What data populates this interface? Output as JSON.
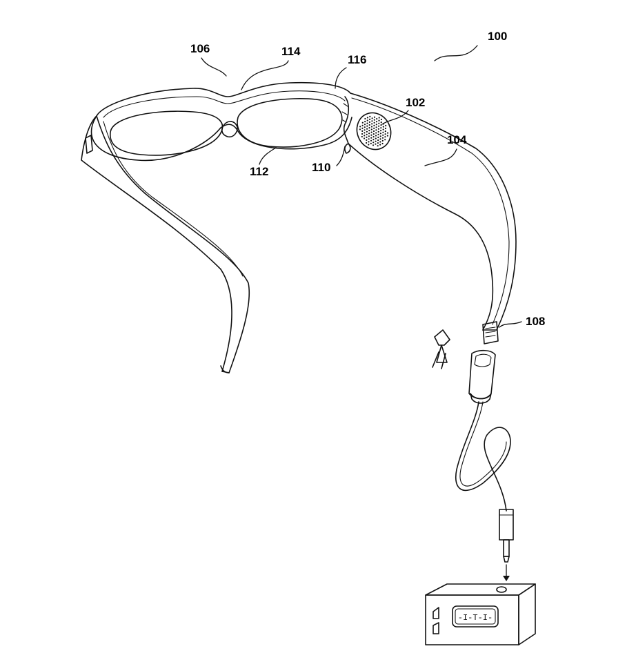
{
  "figure": {
    "labels": {
      "ref_100": "100",
      "ref_102": "102",
      "ref_104": "104",
      "ref_106": "106",
      "ref_108": "108",
      "ref_110": "110",
      "ref_112": "112",
      "ref_114": "114",
      "ref_116": "116"
    },
    "device_display_text": "-I-T-I-"
  },
  "colors": {
    "ink": "#111111",
    "background": "#ffffff"
  }
}
